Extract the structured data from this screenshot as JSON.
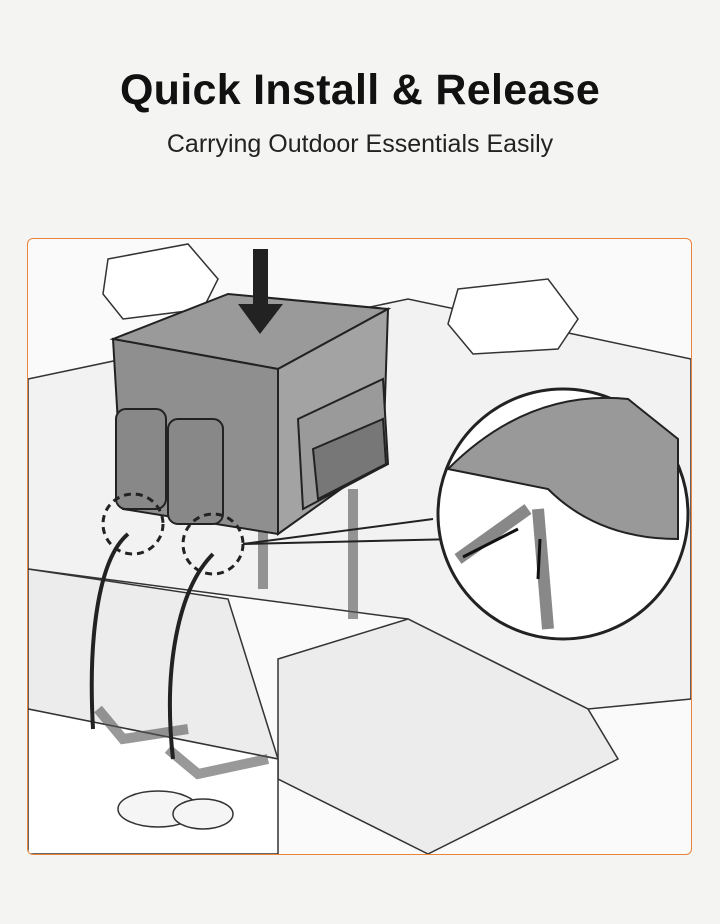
{
  "header": {
    "title": "Quick Install & Release",
    "subtitle": "Carrying Outdoor Essentials Easily"
  },
  "illustration": {
    "description_icon": "seat-organizer-install-illustration",
    "accent_color": "#e8843c",
    "bag_color": "#8f8f8f"
  }
}
